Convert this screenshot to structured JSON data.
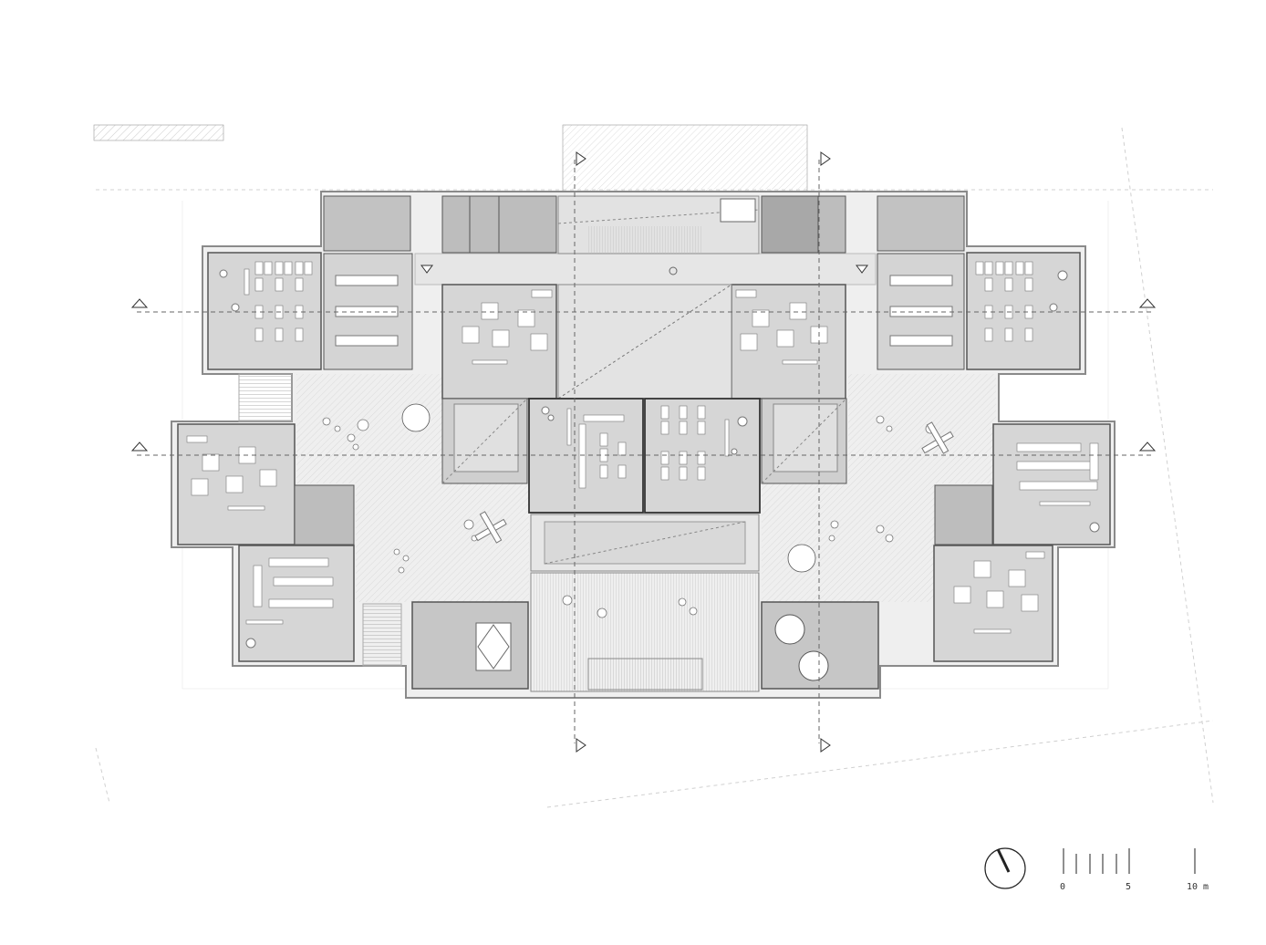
{
  "scale_bar": {
    "labels": [
      "0",
      "5",
      "10 m"
    ],
    "tick_count": 6
  },
  "north_arrow": {
    "label": ""
  },
  "colors": {
    "background": "#ffffff",
    "classroom_fill": "#d9d9d9",
    "dark_fill": "#bdbdbd",
    "darker_fill": "#9e9e9e",
    "corridor_fill": "#ebebeb",
    "hatch_fill": "#e6e6e6",
    "wall": "#4a4a4a",
    "furniture": "#ffffff",
    "line": "#777777",
    "dash": "#9a9a9a"
  },
  "section_markers": [
    "section-top-left",
    "section-top-right",
    "section-bottom-left",
    "section-bottom-right",
    "elevation-left-1",
    "elevation-left-2",
    "elevation-right-1",
    "elevation-right-2"
  ]
}
